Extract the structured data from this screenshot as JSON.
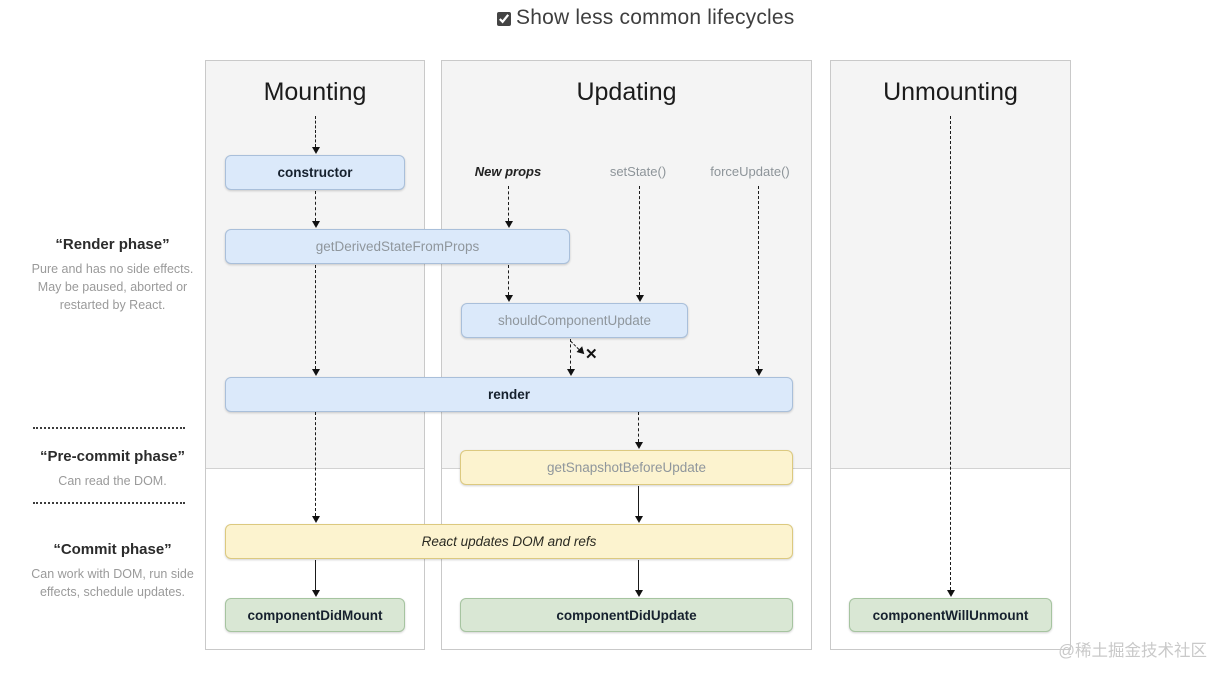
{
  "controls": {
    "show_less_label": "Show less common lifecycles",
    "checkbox_checked": "checked"
  },
  "columns": {
    "mounting": "Mounting",
    "updating": "Updating",
    "unmounting": "Unmounting"
  },
  "phases": {
    "render": {
      "title": "“Render phase”",
      "description": "Pure and has no side effects. May be paused, aborted or restarted by React."
    },
    "pre_commit": {
      "title": "“Pre-commit phase”",
      "description": "Can read the DOM."
    },
    "commit": {
      "title": "“Commit phase”",
      "description": "Can work with DOM, run side effects, schedule updates."
    }
  },
  "triggers": {
    "new_props": "New props",
    "set_state": "setState()",
    "force_update": "forceUpdate()"
  },
  "methods": {
    "constructor": "constructor",
    "get_derived_state_from_props": "getDerivedStateFromProps",
    "should_component_update": "shouldComponentUpdate",
    "render": "render",
    "get_snapshot_before_update": "getSnapshotBeforeUpdate",
    "react_updates_dom": "React updates DOM and refs",
    "component_did_mount": "componentDidMount",
    "component_did_update": "componentDidUpdate",
    "component_will_unmount": "componentWillUnmount"
  },
  "icons": {
    "skip_render_x": "✕"
  },
  "colors": {
    "method_fill_blue": "#dbe9fa",
    "method_border_blue": "#a9bfda",
    "snapshot_fill_yellow": "#fcf3cf",
    "snapshot_border_yellow": "#dcc97f",
    "commit_fill_green": "#d9e7d4",
    "commit_border_green": "#a6c4a0",
    "column_background": "#f4f4f4"
  },
  "watermark": "@稀土掘金技术社区"
}
